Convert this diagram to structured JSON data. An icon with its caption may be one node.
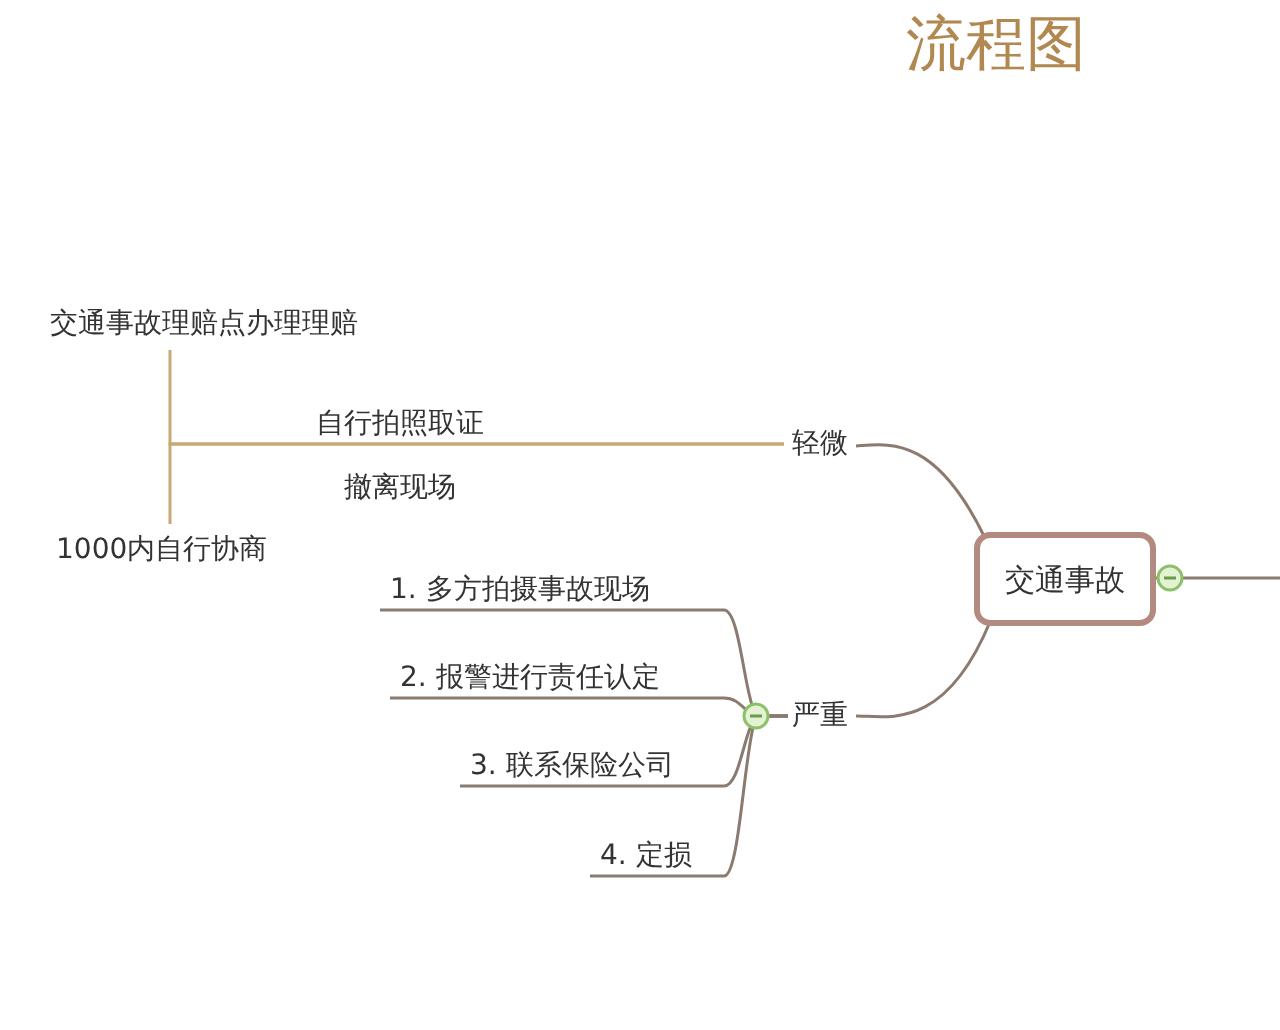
{
  "diagram": {
    "title": "流程图",
    "nodes": [
      {
        "text": [
          "交通事故"
        ]
      },
      {
        "text": [
          "轻微"
        ]
      },
      {
        "text": [
          "交通事故理赔点办理理赔"
        ]
      },
      {
        "text": [
          "1000内自行协商"
        ]
      },
      {
        "text": [
          "严重"
        ]
      },
      {
        "text": [
          "1. 多方拍摄事故现场"
        ]
      },
      {
        "text": [
          "2. 报警进行责任认定"
        ]
      },
      {
        "text": [
          "3. 联系保险公司"
        ]
      },
      {
        "text": [
          "4. 定损"
        ]
      }
    ],
    "edges": [
      {
        "from": 0,
        "to": 1,
        "arrow": "none"
      },
      {
        "from": 1,
        "to": 2,
        "arrow": "none",
        "label": "自行拍照取证",
        "color": "#c8a878"
      },
      {
        "from": 1,
        "to": 3,
        "arrow": "none",
        "label": "撤离现场",
        "color": "#c8a878"
      },
      {
        "from": 0,
        "to": 4,
        "arrow": "none"
      },
      {
        "from": 4,
        "to": 5,
        "arrow": "none"
      },
      {
        "from": 4,
        "to": 6,
        "arrow": "none"
      },
      {
        "from": 4,
        "to": 7,
        "arrow": "none"
      },
      {
        "from": 4,
        "to": 8,
        "arrow": "none"
      },
      {
        "from": 0,
        "to": null,
        "arrow": "none"
      }
    ]
  }
}
